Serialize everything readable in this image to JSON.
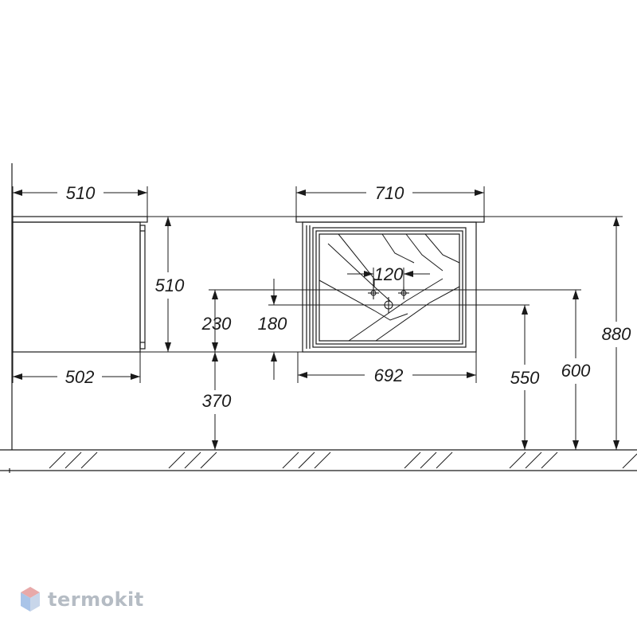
{
  "dimensions": {
    "side_top_width": "510",
    "side_bottom_width": "502",
    "side_height": "510",
    "front_top_width": "710",
    "front_bottom_width": "692",
    "tap_spacing": "120",
    "dim_230": "230",
    "dim_180": "180",
    "dim_370": "370",
    "dim_550": "550",
    "dim_600": "600",
    "dim_880": "880"
  },
  "logo": {
    "text": "termokit"
  },
  "colors": {
    "line": "#1a1a1a",
    "logo_text": "#b5bcc4",
    "logo_red": "#e8a9a9",
    "logo_blue": "#a9c4e8"
  }
}
